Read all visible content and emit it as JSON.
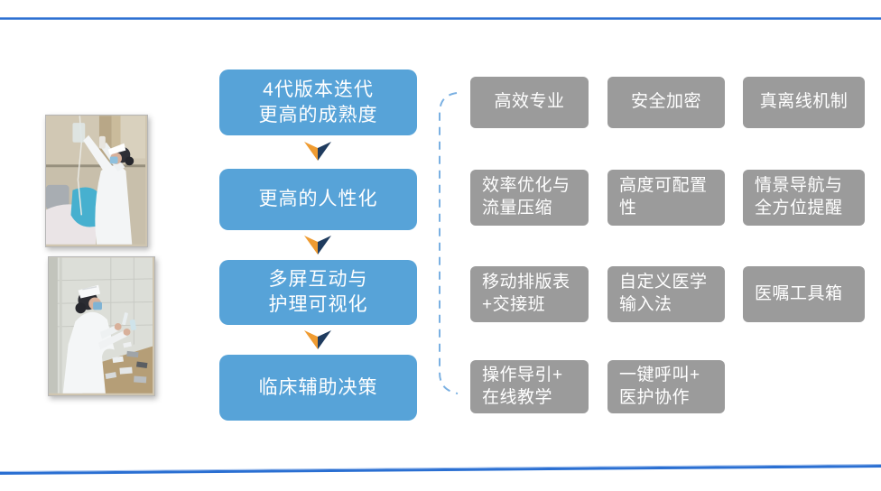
{
  "slide": {
    "colors": {
      "flow_box_blue": "#57a3d8",
      "feature_box_gray": "#9b9b9b",
      "rule_blue": "#1f66cf",
      "dash_blue": "#7ab0e2",
      "arrow_orange": "#ef9b31",
      "arrow_navy": "#1f3b5e"
    }
  },
  "photos": {
    "photo1_alt": "护士调整输液（病房照片）",
    "photo2_alt": "护士配药（病房照片）"
  },
  "flow": {
    "steps": [
      {
        "label": "4代版本迭代\n更高的成熟度"
      },
      {
        "label": "更高的人性化"
      },
      {
        "label": "多屏互动与\n护理可视化"
      },
      {
        "label": "临床辅助决策"
      }
    ]
  },
  "features": {
    "items": [
      {
        "label": "高效专业"
      },
      {
        "label": "安全加密"
      },
      {
        "label": "真离线机制"
      },
      {
        "label": "效率优化与\n流量压缩"
      },
      {
        "label": "高度可配置\n性"
      },
      {
        "label": "情景导航与\n全方位提醒"
      },
      {
        "label": "移动排版表\n+交接班"
      },
      {
        "label": "自定义医学\n输入法"
      },
      {
        "label": "医嘱工具箱"
      },
      {
        "label": "操作导引+\n在线教学"
      },
      {
        "label": "一键呼叫+\n医护协作"
      }
    ]
  }
}
